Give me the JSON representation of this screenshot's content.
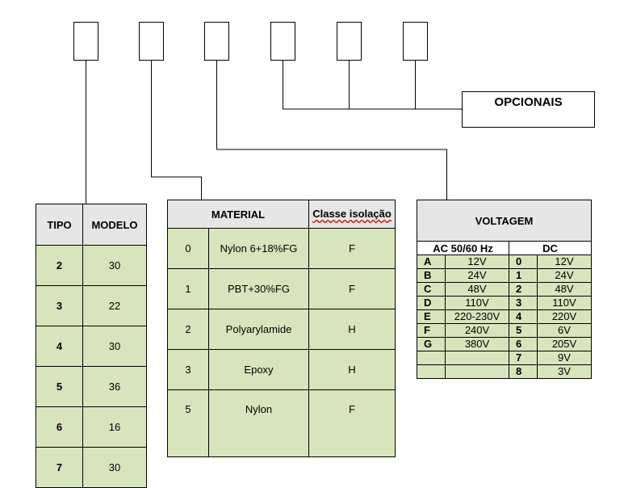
{
  "opcionais_label": "OPCIONAIS",
  "tipo_table": {
    "headers": [
      "TIPO",
      "MODELO"
    ],
    "rows": [
      [
        "2",
        "30"
      ],
      [
        "3",
        "22"
      ],
      [
        "4",
        "30"
      ],
      [
        "5",
        "36"
      ],
      [
        "6",
        "16"
      ],
      [
        "7",
        "30"
      ]
    ]
  },
  "material_table": {
    "headers": [
      "MATERIAL",
      "Classe isolação"
    ],
    "rows": [
      [
        "0",
        "Nylon 6+18%FG",
        "F"
      ],
      [
        "1",
        "PBT+30%FG",
        "F"
      ],
      [
        "2",
        "Polyarylamide",
        "H"
      ],
      [
        "3",
        "Epoxy",
        "H"
      ],
      [
        "5",
        "Nylon",
        "F"
      ]
    ]
  },
  "voltagem_table": {
    "title": "VOLTAGEM",
    "ac_header": "AC 50/60 Hz",
    "dc_header": "DC",
    "ac": [
      [
        "A",
        "12V"
      ],
      [
        "B",
        "24V"
      ],
      [
        "C",
        "48V"
      ],
      [
        "D",
        "110V"
      ],
      [
        "E",
        "220-230V"
      ],
      [
        "F",
        "240V"
      ],
      [
        "G",
        "380V"
      ],
      [
        "",
        ""
      ],
      [
        "",
        ""
      ]
    ],
    "dc": [
      [
        "0",
        "12V"
      ],
      [
        "1",
        "24V"
      ],
      [
        "2",
        "48V"
      ],
      [
        "3",
        "110V"
      ],
      [
        "4",
        "220V"
      ],
      [
        "5",
        "6V"
      ],
      [
        "6",
        "205V"
      ],
      [
        "7",
        "9V"
      ],
      [
        "8",
        "3V"
      ]
    ]
  },
  "colors": {
    "cell_green": "#d8e4bc",
    "header_gray": "#e6e6e6",
    "line": "#000000",
    "wavy_underline": "#cc0000"
  }
}
